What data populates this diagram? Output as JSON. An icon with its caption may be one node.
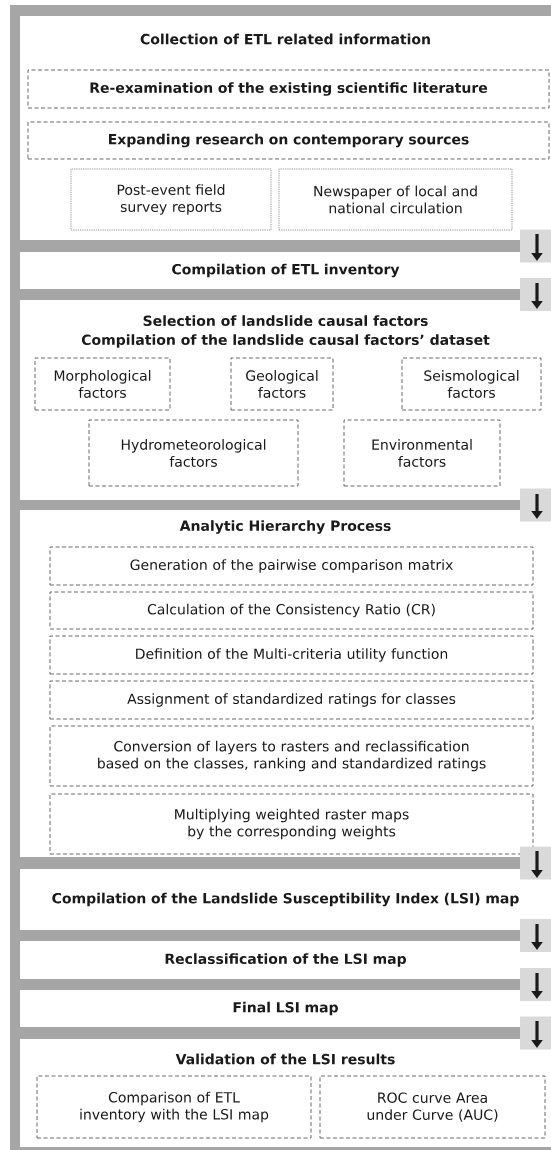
{
  "diagram": {
    "nodes": [
      {
        "text": [
          "Collection of ETL related information"
        ]
      },
      {
        "text": [
          "Re-examination of the existing scientific literature"
        ],
        "in": 0
      },
      {
        "text": [
          "Expanding research on contemporary sources"
        ],
        "in": 0
      },
      {
        "text": [
          "Post-event field survey reports"
        ],
        "in": 0
      },
      {
        "text": [
          "Newspaper of local and national circulation"
        ],
        "in": 0
      },
      {
        "text": [
          "Compilation of ETL inventory"
        ]
      },
      {
        "text": [
          "Selection of landslide causal factors",
          "Compilation of the landslide causal factors’ dataset"
        ]
      },
      {
        "text": [
          "Morphological factors"
        ],
        "in": 6
      },
      {
        "text": [
          "Geological factors"
        ],
        "in": 6
      },
      {
        "text": [
          "Seismological factors"
        ],
        "in": 6
      },
      {
        "text": [
          "Hydrometeorological factors"
        ],
        "in": 6
      },
      {
        "text": [
          "Environmental factors"
        ],
        "in": 6
      },
      {
        "text": [
          "Analytic Hierarchy Process"
        ]
      },
      {
        "text": [
          "Generation of the pairwise comparison matrix"
        ],
        "in": 12
      },
      {
        "text": [
          "Calculation of the Consistency Ratio (CR)"
        ],
        "in": 12
      },
      {
        "text": [
          "Definition of the Multi-criteria utility function"
        ],
        "in": 12
      },
      {
        "text": [
          "Assignment of standardized ratings for classes"
        ],
        "in": 12
      },
      {
        "text": [
          "Conversion of layers to rasters and reclassification based on the classes, ranking and standardized ratings"
        ],
        "in": 12
      },
      {
        "text": [
          "Multiplying weighted raster maps by the corresponding weights"
        ],
        "in": 12
      },
      {
        "text": [
          "Compilation of the Landslide Susceptibility Index (LSI) map"
        ]
      },
      {
        "text": [
          "Reclassification of the LSI map"
        ]
      },
      {
        "text": [
          "Final LSI map"
        ]
      },
      {
        "text": [
          "Validation of the LSI results"
        ]
      },
      {
        "text": [
          "Comparison of ETL inventory with the LSI map"
        ],
        "in": 22
      },
      {
        "text": [
          "ROC curve Area under Curve (AUC)"
        ],
        "in": 22
      }
    ],
    "edges": [
      {
        "from": 0,
        "to": 5,
        "arrow": "to"
      },
      {
        "from": 5,
        "to": 6,
        "arrow": "to"
      },
      {
        "from": 6,
        "to": 12,
        "arrow": "to"
      },
      {
        "from": 12,
        "to": 19,
        "arrow": "to"
      },
      {
        "from": 19,
        "to": 20,
        "arrow": "to"
      },
      {
        "from": 20,
        "to": 21,
        "arrow": "to"
      },
      {
        "from": 21,
        "to": 22,
        "arrow": "to"
      }
    ]
  }
}
